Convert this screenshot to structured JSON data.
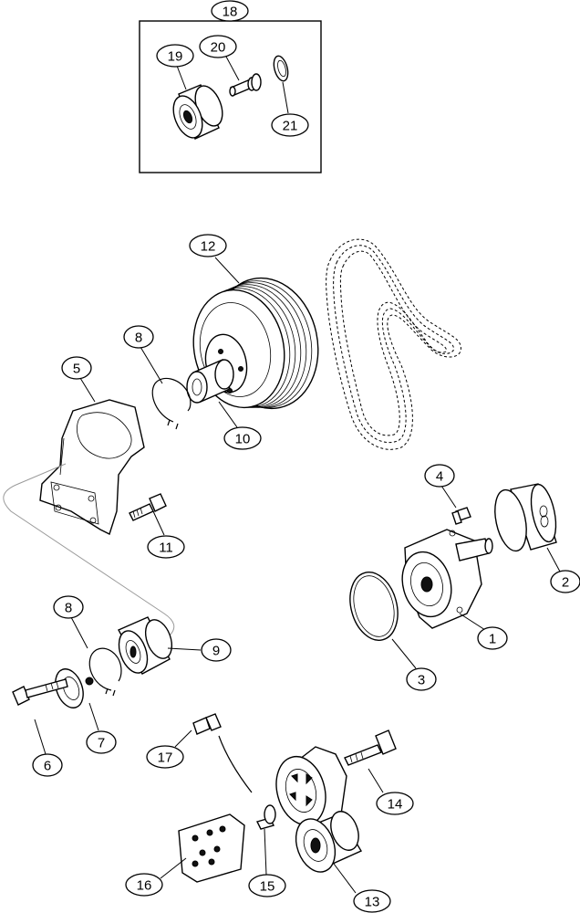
{
  "diagram": {
    "callouts": [
      {
        "key": "c1",
        "label": "1"
      },
      {
        "key": "c2",
        "label": "2"
      },
      {
        "key": "c3",
        "label": "3"
      },
      {
        "key": "c4",
        "label": "4"
      },
      {
        "key": "c5",
        "label": "5"
      },
      {
        "key": "c6",
        "label": "6"
      },
      {
        "key": "c7",
        "label": "7"
      },
      {
        "key": "c8a",
        "label": "8"
      },
      {
        "key": "c8b",
        "label": "8"
      },
      {
        "key": "c9",
        "label": "9"
      },
      {
        "key": "c10",
        "label": "10"
      },
      {
        "key": "c11",
        "label": "11"
      },
      {
        "key": "c12",
        "label": "12"
      },
      {
        "key": "c13",
        "label": "13"
      },
      {
        "key": "c14",
        "label": "14"
      },
      {
        "key": "c15",
        "label": "15"
      },
      {
        "key": "c16",
        "label": "16"
      },
      {
        "key": "c17",
        "label": "17"
      },
      {
        "key": "c18",
        "label": "18"
      },
      {
        "key": "c19",
        "label": "19"
      },
      {
        "key": "c20",
        "label": "20"
      },
      {
        "key": "c21",
        "label": "21"
      }
    ]
  }
}
